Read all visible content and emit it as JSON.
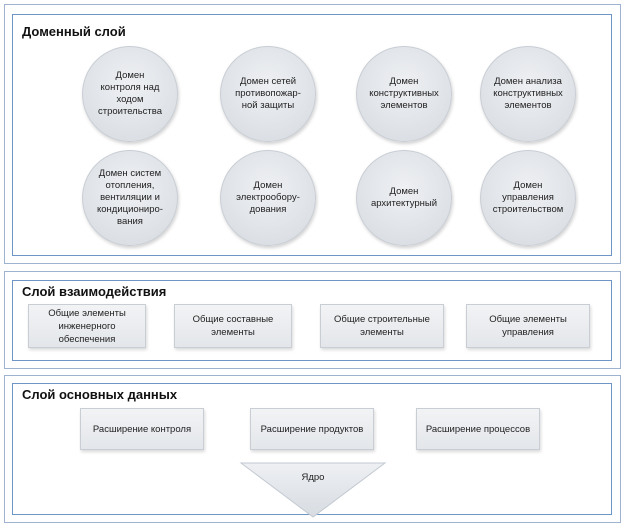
{
  "domain_layer": {
    "title": "Доменный слой",
    "domains": [
      "Домен\nконтроля над\nходом\nстроительства",
      "Домен сетей\nпротивопожар-\nной защиты",
      "Домен\nконструктивных\nэлементов",
      "Домен анализа\nконструктивных\nэлементов",
      "Домен систем\nотопления,\nвентиляции и\nкондициониро-\nвания",
      "Домен\nэлектрообору-\nдования",
      "Домен\nархитектурный",
      "Домен\nуправления\nстроительством"
    ]
  },
  "interaction_layer": {
    "title": "Слой взаимодействия",
    "items": [
      "Общие элементы\nинженерного\nобеспечения",
      "Общие составные\nэлементы",
      "Общие строительные\nэлементы",
      "Общие элементы\nуправления"
    ]
  },
  "base_layer": {
    "title": "Слой основных данных",
    "extensions": [
      "Расширение контроля",
      "Расширение продуктов",
      "Расширение процессов"
    ],
    "core": "Ядро"
  }
}
